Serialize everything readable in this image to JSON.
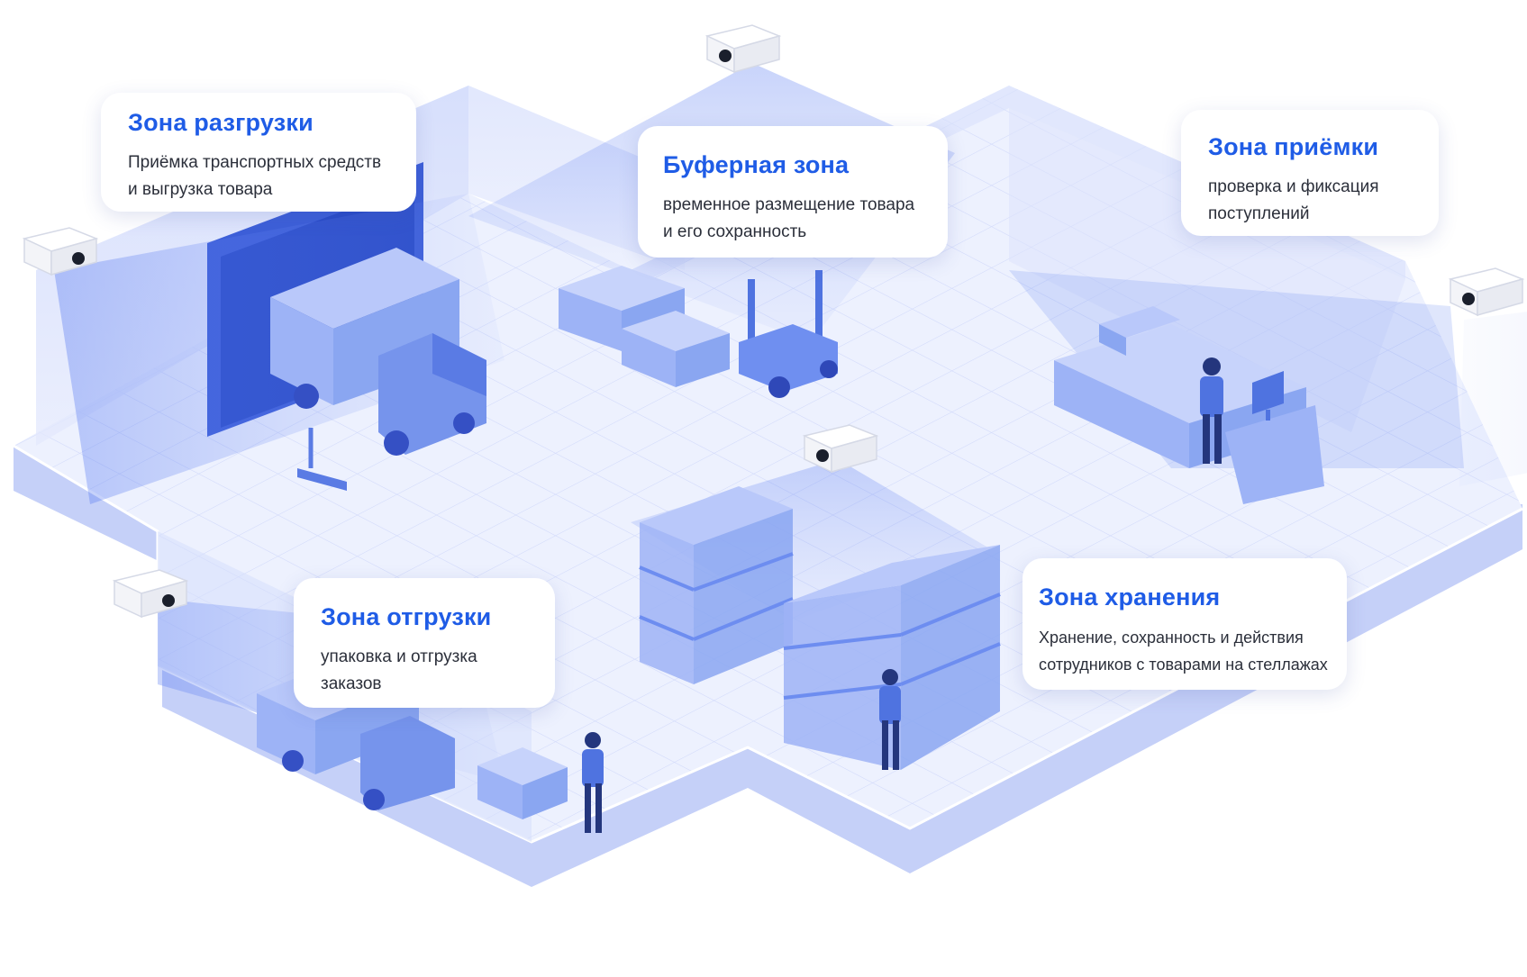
{
  "zones": {
    "unloading": {
      "title": "Зона разгрузки",
      "lines": [
        "Приёмка транспортных средств",
        "и выгрузка товара"
      ]
    },
    "buffer": {
      "title": "Буферная зона",
      "lines": [
        "временное размещение товара",
        "и его сохранность"
      ]
    },
    "receiving": {
      "title": "Зона приёмки",
      "lines": [
        "проверка и фиксация",
        "поступлений"
      ]
    },
    "shipping": {
      "title": "Зона отгрузки",
      "lines": [
        "упаковка и отгрузка",
        "заказов"
      ]
    },
    "storage": {
      "title": "Зона хранения",
      "lines": [
        "Хранение, сохранность и действия",
        "сотрудников с товарами на стеллажах"
      ]
    }
  },
  "colors": {
    "accent": "#1f5ce6",
    "floor": "#e9edfd",
    "wall": "#d3dcfb",
    "object": "#8aa6f1",
    "object_dark": "#4f73e0",
    "beam": "#6d8df0"
  },
  "icons": [
    "security-camera-icon",
    "truck-icon",
    "forklift-icon",
    "worker-icon",
    "shelf-rack-icon",
    "pallet-boxes-icon",
    "monitor-icon"
  ]
}
